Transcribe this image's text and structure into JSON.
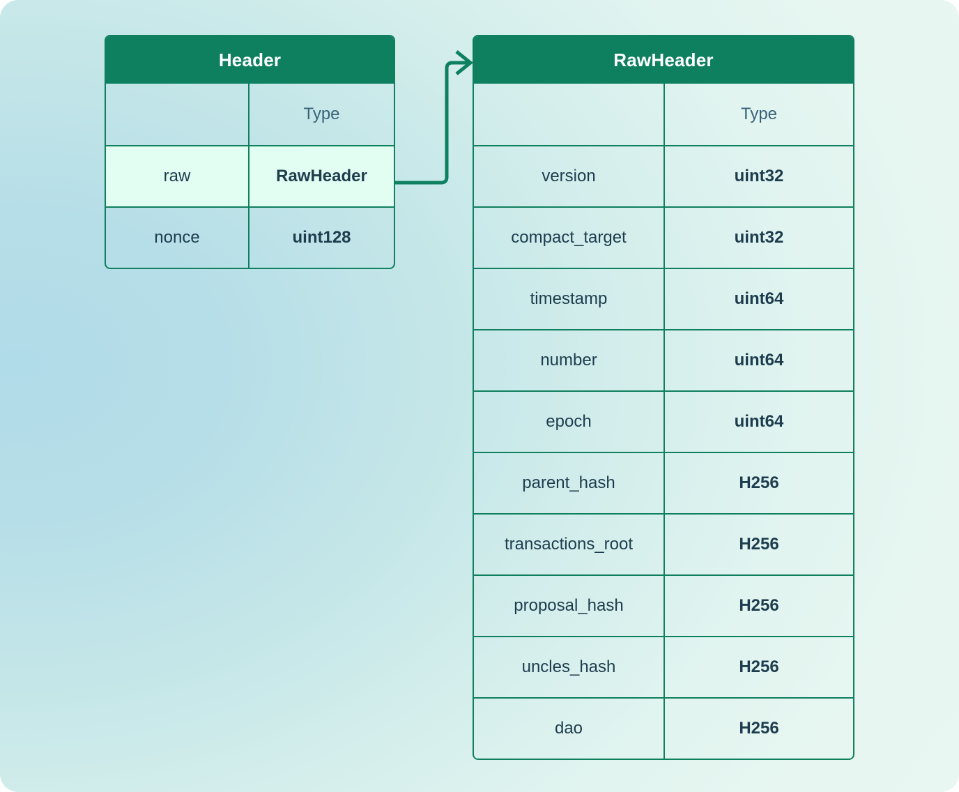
{
  "diagram": {
    "type": "entity-relationship",
    "background_gradient_from": "#b0dbe8",
    "background_gradient_to": "#e9f7f2",
    "accent_green": "#0e8060",
    "border_green": "#0f7f5d",
    "text_color": "#1d3d4e",
    "muted_text_color": "#38647a",
    "highlight_row_color": "#e2fdf1"
  },
  "tables": [
    {
      "id": "header",
      "title": "Header",
      "columns": [
        "",
        "Type"
      ],
      "rows": [
        {
          "name": "raw",
          "type": "RawHeader",
          "highlight": true
        },
        {
          "name": "nonce",
          "type": "uint128",
          "highlight": false
        }
      ]
    },
    {
      "id": "rawheader",
      "title": "RawHeader",
      "columns": [
        "",
        "Type"
      ],
      "rows": [
        {
          "name": "version",
          "type": "uint32",
          "highlight": false
        },
        {
          "name": "compact_target",
          "type": "uint32",
          "highlight": false
        },
        {
          "name": "timestamp",
          "type": "uint64",
          "highlight": false
        },
        {
          "name": "number",
          "type": "uint64",
          "highlight": false
        },
        {
          "name": "epoch",
          "type": "uint64",
          "highlight": false
        },
        {
          "name": "parent_hash",
          "type": "H256",
          "highlight": false
        },
        {
          "name": "transactions_root",
          "type": "H256",
          "highlight": false
        },
        {
          "name": "proposal_hash",
          "type": "H256",
          "highlight": false
        },
        {
          "name": "uncles_hash",
          "type": "H256",
          "highlight": false
        },
        {
          "name": "dao",
          "type": "H256",
          "highlight": false
        }
      ]
    }
  ],
  "connectors": [
    {
      "id": "raw-to-rawheader",
      "from_table": "header",
      "from_row": "raw",
      "to_table": "rawheader",
      "to_target": "title",
      "arrowhead": "open-arrow",
      "color": "#0e8060"
    }
  ]
}
